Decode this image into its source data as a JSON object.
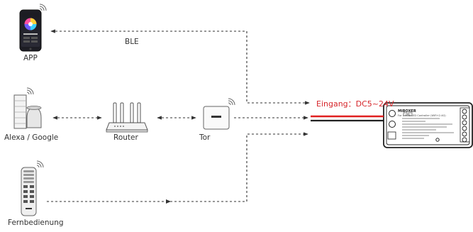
{
  "devices": {
    "app": "APP",
    "speaker": "Alexa / Google",
    "router": "Router",
    "gateway": "Tor",
    "remote": "Fernbedienung"
  },
  "links": {
    "ble": "BLE"
  },
  "power": {
    "input": "Eingang：DC5~24V"
  },
  "controller": {
    "brand": "MiBOXER",
    "model_line": "For 1 RGB LED Controller (WiFi+2.4G)"
  },
  "colors": {
    "line": "#333333",
    "wire_red": "#e02020",
    "wire_black": "#222222",
    "text": "#333333",
    "accent_red": "#d6252a"
  }
}
